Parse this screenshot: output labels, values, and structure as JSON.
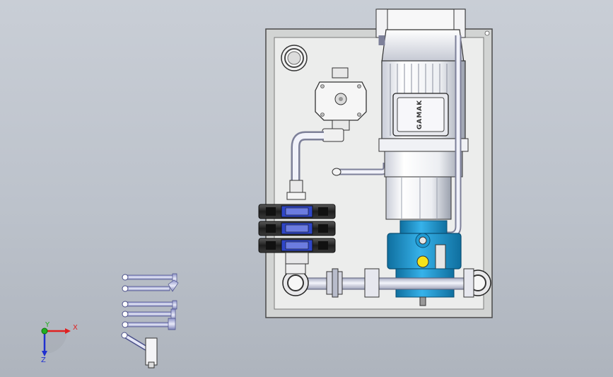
{
  "viewport": {
    "background_top": "#c9ced6",
    "background_bottom": "#aeb4bd"
  },
  "model": {
    "motor_brand_text": "GAMAK",
    "colors": {
      "panel_fill": "#ecedec",
      "panel_border": "#4a4a4a",
      "pump_blue": "#1f9bd4",
      "pump_blue_dark": "#0f6f9f",
      "valve_black": "#2a2a2a",
      "motor_white": "#f4f4f6",
      "pipe_light": "#d9dbe8",
      "accent_yellow": "#f5e31a",
      "valve_blue": "#2f46c8"
    }
  },
  "triad": {
    "x_label": "X",
    "y_label": "Y",
    "z_label": "Z",
    "x_color": "#e02020",
    "y_color": "#20b020",
    "z_color": "#2030d0"
  }
}
